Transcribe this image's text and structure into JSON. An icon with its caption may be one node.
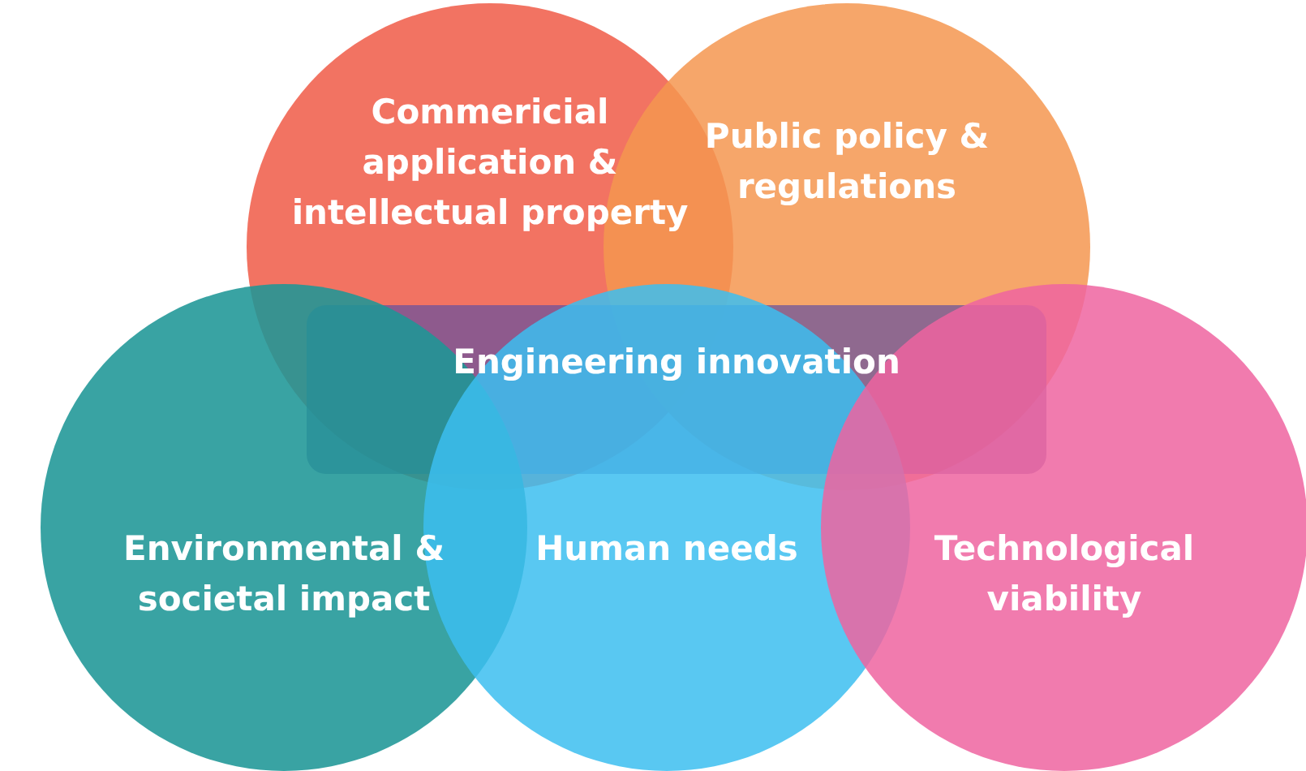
{
  "diagram": {
    "nodes": [
      {
        "text": [
          "Commericial application & intellectual property"
        ]
      },
      {
        "text": [
          "Public policy & regulations"
        ]
      },
      {
        "text": [
          "Engineering innovation"
        ]
      },
      {
        "text": [
          "Environmental & societal impact"
        ]
      },
      {
        "text": [
          "Human needs"
        ]
      },
      {
        "text": [
          "Technological viability"
        ]
      }
    ],
    "edges": []
  }
}
